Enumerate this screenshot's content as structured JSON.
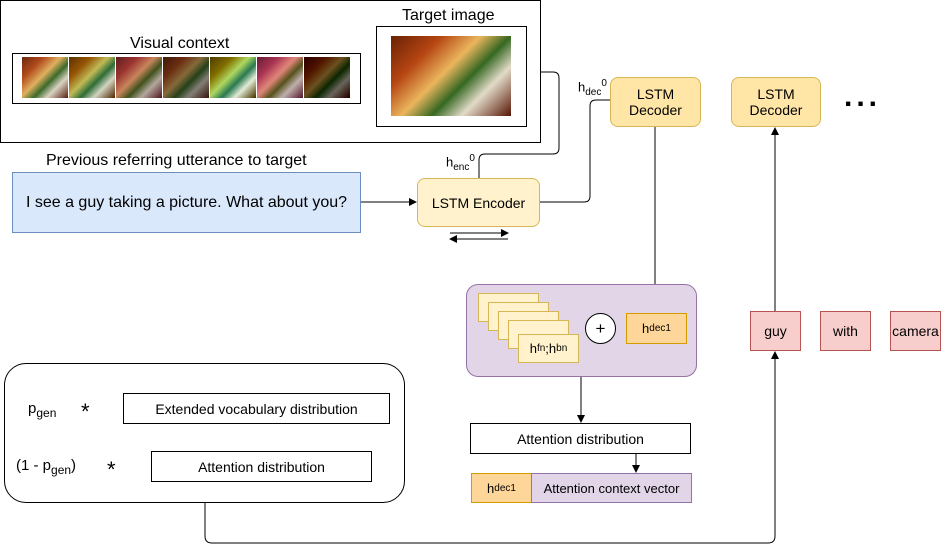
{
  "visual_context": {
    "label": "Visual context",
    "target_label": "Target image"
  },
  "utterance": {
    "title": "Previous referring utterance to target",
    "text": "I see a guy taking a picture. What about you?"
  },
  "encoder": {
    "label": "LSTM Encoder",
    "h_main": "h",
    "h_sub": "enc",
    "h_sup": "0"
  },
  "decoder": {
    "label_1": "LSTM Decoder",
    "label_2": "LSTM Decoder",
    "h_main": "h",
    "h_sub": "dec",
    "h_sup": "0",
    "ellipsis": "..."
  },
  "attention": {
    "card_text": "h",
    "card_f_sub": "f",
    "card_b_sub": "b",
    "card_sup": "n",
    "card_sep": " ; ",
    "card_dots": ". .",
    "plus": "+",
    "hdec_main": "h",
    "hdec_sub": "dec",
    "hdec_sup": "1",
    "distribution": "Attention distribution",
    "context_vector": "Attention context vector"
  },
  "generation": {
    "p_main": "p",
    "p_sub": "gen",
    "star": "*",
    "one_minus_open": "(1 - p",
    "one_minus_close": ")",
    "extended_vocab": "Extended vocabulary distribution",
    "attention_dist": "Attention distribution"
  },
  "output_words": [
    "guy",
    "with",
    "camera"
  ],
  "colors": {
    "lstm_decoder": "#ffe6a6",
    "lstm_encoder": "#fff2cc",
    "utterance": "#dae8fc",
    "attention_panel": "#e1d5e7",
    "hdec": "#ffd699",
    "word": "#f8cecc"
  }
}
